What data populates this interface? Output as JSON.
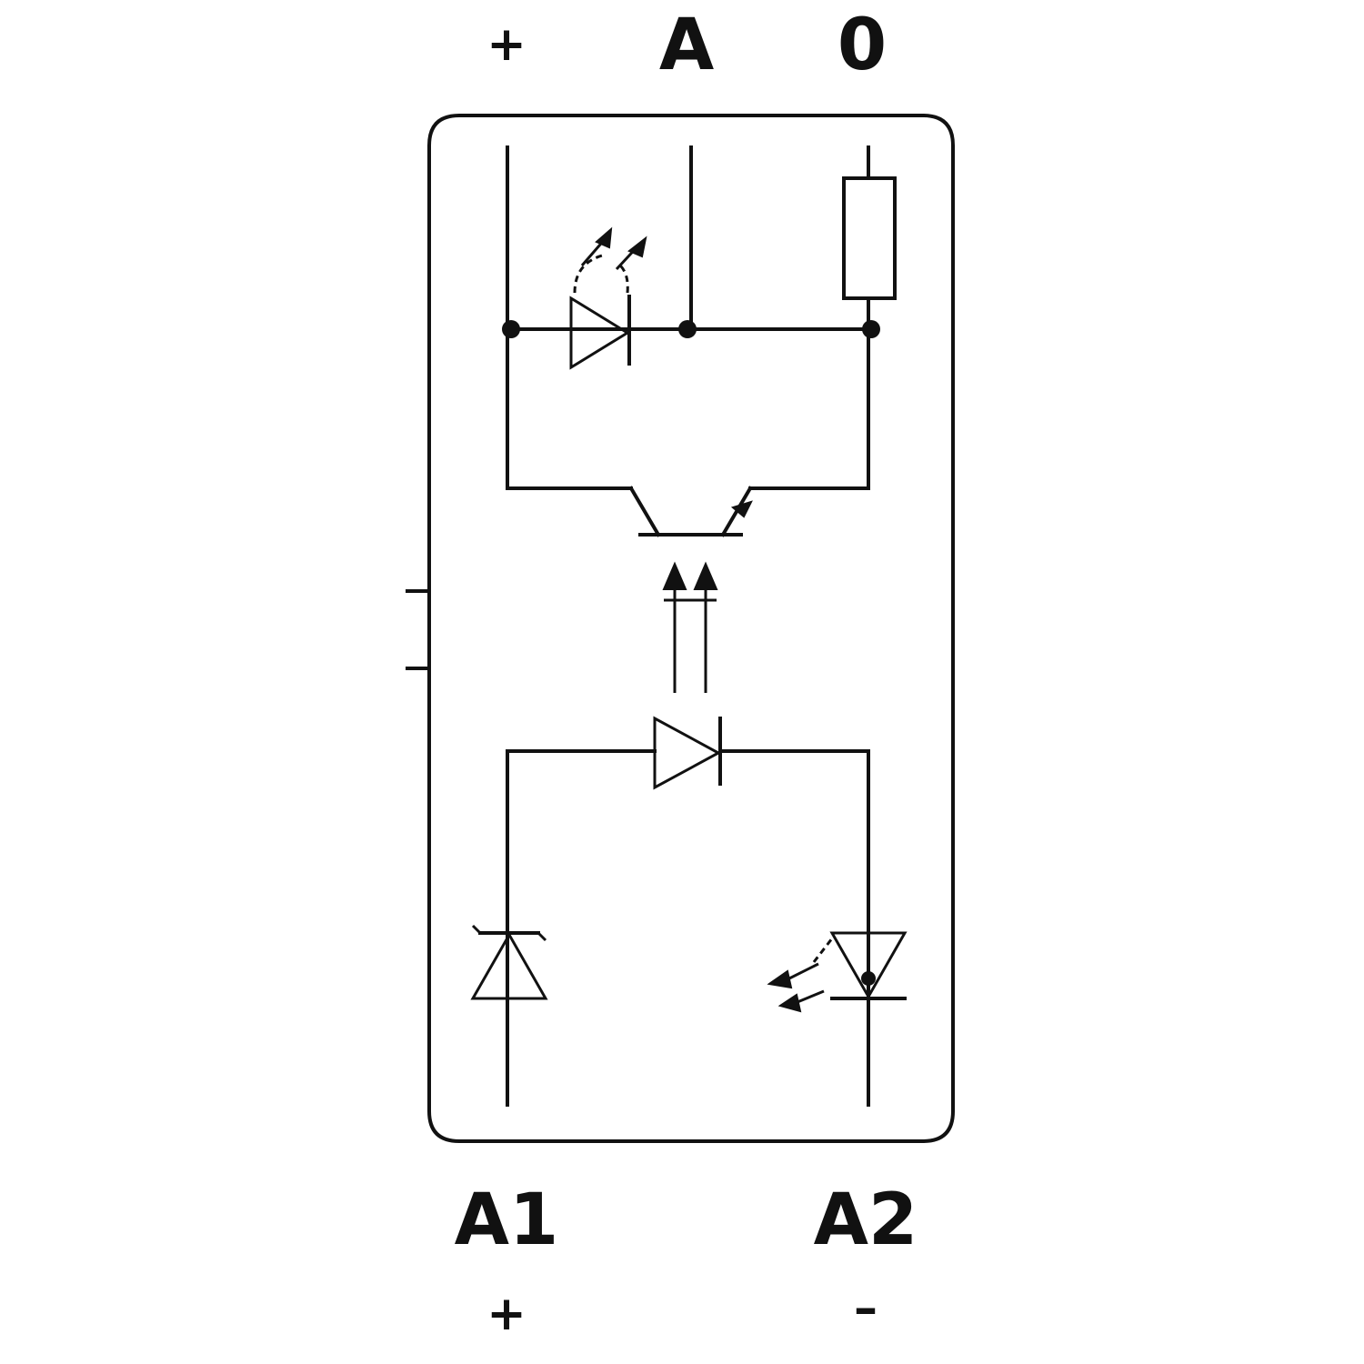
{
  "terminals_top": {
    "plus": "+",
    "a": "A",
    "zero": "0"
  },
  "terminals_bottom": {
    "a1": "A1",
    "a2": "A2",
    "a1_polarity": "+",
    "a2_polarity": "–"
  },
  "colors": {
    "ink": "#111111",
    "background": "#ffffff"
  },
  "components": [
    "led-output-indicator",
    "resistor",
    "phototransistor",
    "optocoupler-led",
    "protection-diode",
    "led-input-indicator"
  ]
}
